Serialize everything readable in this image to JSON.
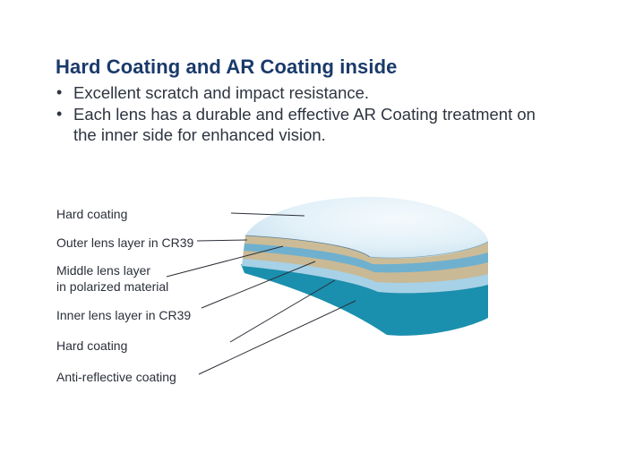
{
  "heading": "Hard Coating and AR Coating inside",
  "bullets": [
    "Excellent scratch and impact resistance.",
    "Each lens has a durable and effective AR Coating treatment on the inner side for enhanced vision."
  ],
  "layers": [
    {
      "lines": [
        "Hard coating"
      ]
    },
    {
      "lines": [
        "Outer lens layer in CR39"
      ]
    },
    {
      "lines": [
        "Middle lens layer",
        "in polarized material"
      ]
    },
    {
      "lines": [
        "Inner lens layer in CR39"
      ]
    },
    {
      "lines": [
        "Hard coating"
      ]
    },
    {
      "lines": [
        "Anti-reflective coating"
      ]
    }
  ],
  "colors": {
    "heading": "#1a3a6b",
    "surface": "#d8ecf7",
    "tan": "#c9b994",
    "blue_band": "#7fb6d3",
    "teal": "#1b8fae"
  }
}
